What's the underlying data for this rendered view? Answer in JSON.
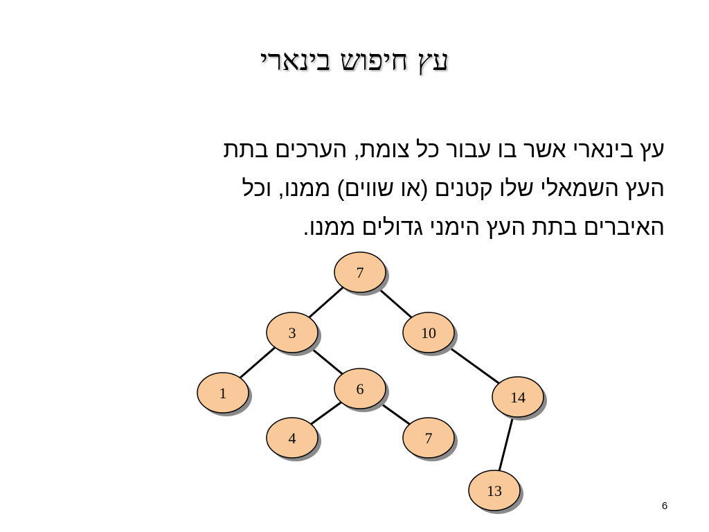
{
  "slide": {
    "title": "עץ חיפוש בינארי",
    "body_lines": [
      "עץ בינארי אשר בו עבור כל צומת, הערכים בתת",
      "העץ השמאלי שלו קטנים (או שווים) ממנו, וכל",
      "האיברים בתת העץ הימני גדולים ממנו."
    ],
    "page_number": "6"
  },
  "tree": {
    "node_fill": "#f9c99a",
    "node_stroke": "#000000",
    "shadow_color": "#8a8a8a",
    "edge_color": "#000000",
    "nodes": [
      {
        "id": "n7",
        "label": "7"
      },
      {
        "id": "n3",
        "label": "3"
      },
      {
        "id": "n10",
        "label": "10"
      },
      {
        "id": "n1",
        "label": "1"
      },
      {
        "id": "n6",
        "label": "6"
      },
      {
        "id": "n14",
        "label": "14"
      },
      {
        "id": "n4",
        "label": "4"
      },
      {
        "id": "n7b",
        "label": "7"
      },
      {
        "id": "n13",
        "label": "13"
      }
    ],
    "edges": [
      [
        "n7",
        "n3"
      ],
      [
        "n7",
        "n10"
      ],
      [
        "n3",
        "n1"
      ],
      [
        "n3",
        "n6"
      ],
      [
        "n10",
        "n14"
      ],
      [
        "n6",
        "n4"
      ],
      [
        "n6",
        "n7b"
      ],
      [
        "n14",
        "n13"
      ]
    ]
  }
}
